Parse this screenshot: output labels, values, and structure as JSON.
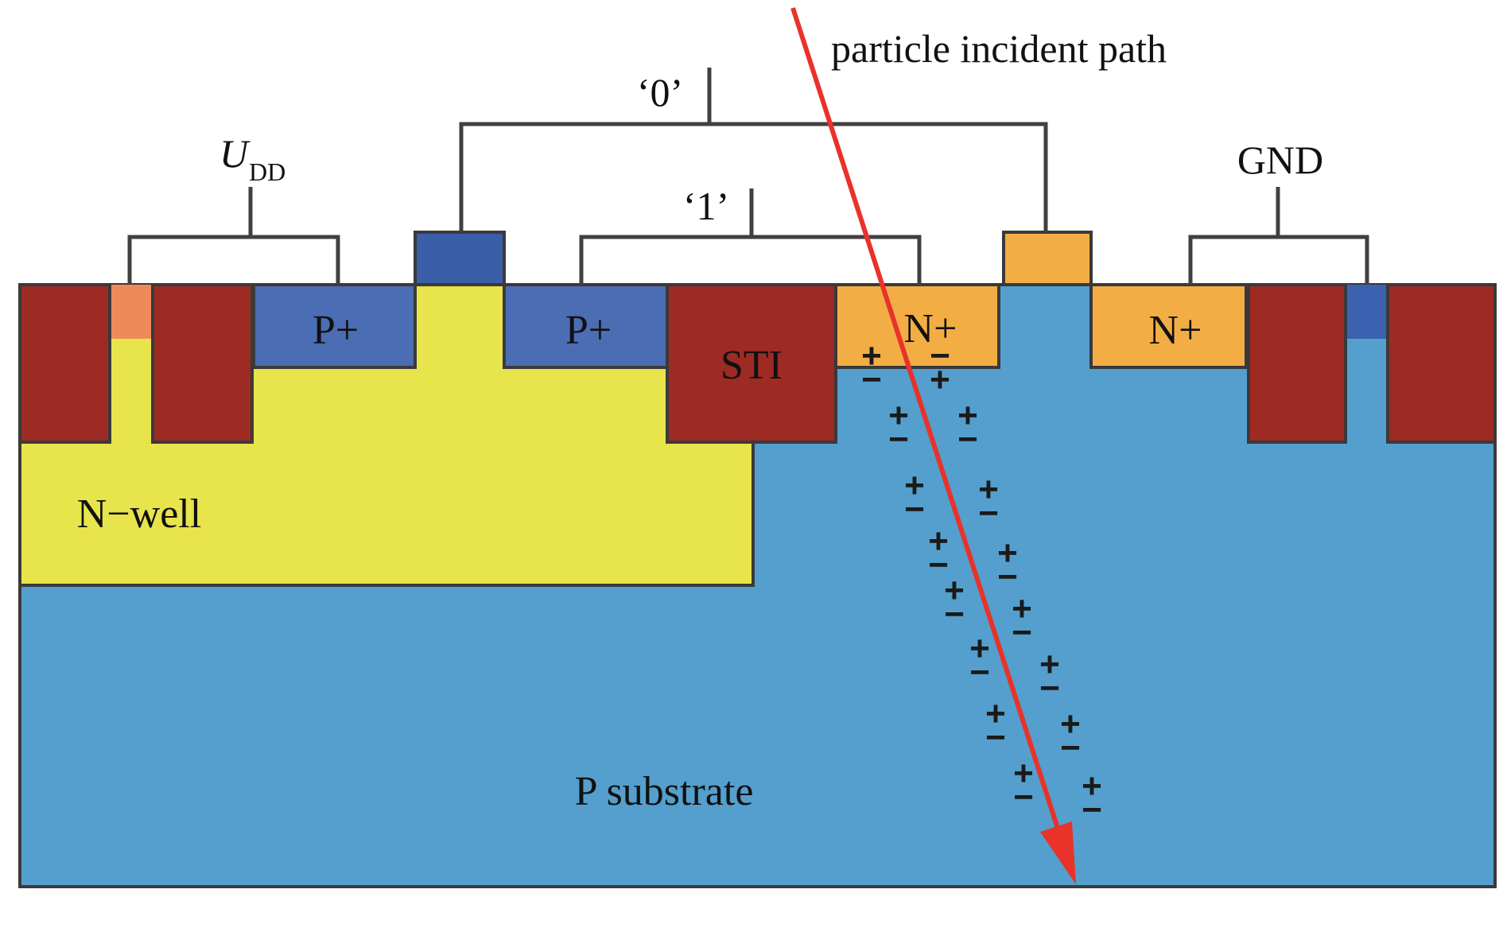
{
  "labels": {
    "particle_path": "particle incident path",
    "zero": "‘0’",
    "one": "‘1’",
    "vdd_main": "U",
    "vdd_sub": "DD",
    "gnd": "GND",
    "p_plus_left": "P+",
    "p_plus_mid": "P+",
    "n_plus_mid": "N+",
    "n_plus_right": "N+",
    "sti": "STI",
    "n_well": "N−well",
    "p_substrate": "P substrate"
  },
  "charges": {
    "plus": "+",
    "minus": "−"
  },
  "colors": {
    "sti_red": "#9e2a24",
    "p_plus_blue": "#4a6db3",
    "gate_blue": "#3a5ea8",
    "n_plus_orange": "#f3ad45",
    "n_well_yellow": "#e8e44c",
    "p_substrate_blue": "#549fcd",
    "contact_orange": "#ee8a5a",
    "contact_blue": "#3a62b0",
    "arrow_red": "#e8322a"
  }
}
